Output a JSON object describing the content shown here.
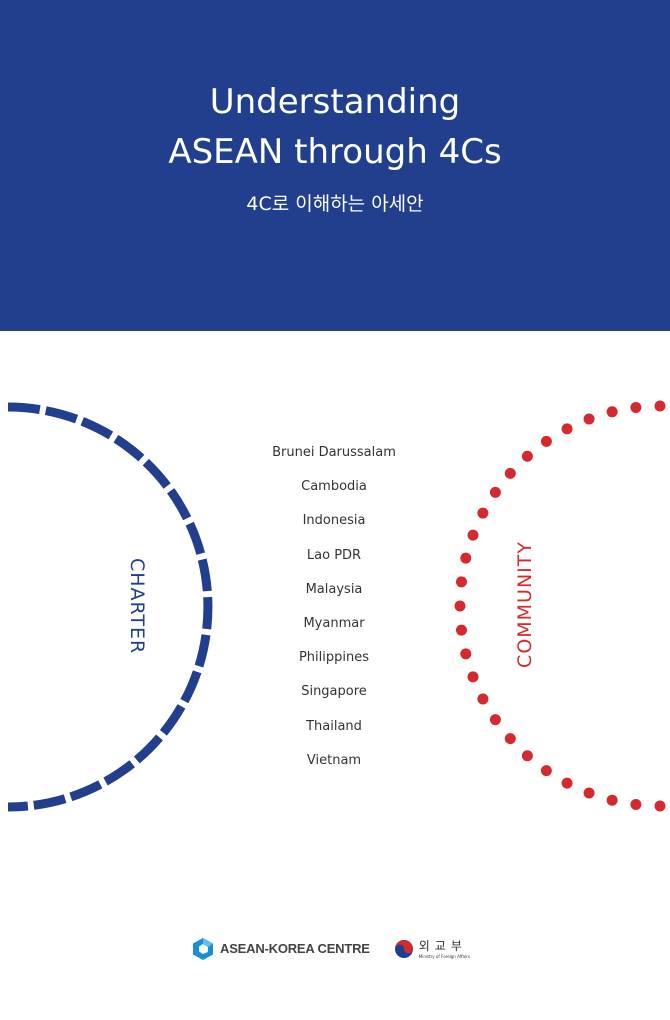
{
  "header": {
    "title_line1": "Understanding",
    "title_line2": "ASEAN through 4Cs",
    "subtitle_ko": "4C로 이해하는 아세안"
  },
  "labels": {
    "left": "CHARTER",
    "right": "COMMUNITY"
  },
  "countries": [
    "Brunei Darussalam",
    "Cambodia",
    "Indonesia",
    "Lao PDR",
    "Malaysia",
    "Myanmar",
    "Philippines",
    "Singapore",
    "Thailand",
    "Vietnam"
  ],
  "footer": {
    "org1": "ASEAN-KOREA CENTRE",
    "org2_ko": "외교부",
    "org2_en": "Ministry of Foreign Affairs"
  },
  "colors": {
    "blue": "#213f8c",
    "red": "#d42a2e"
  }
}
